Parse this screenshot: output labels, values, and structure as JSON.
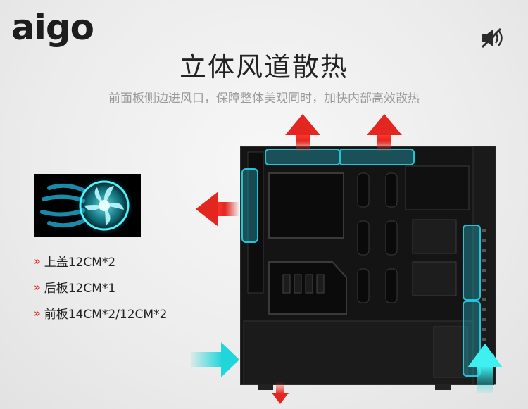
{
  "brand": {
    "logo": "aigo"
  },
  "icons": {
    "top_right": "speaker-muted-icon"
  },
  "headline": {
    "title": "立体风道散热",
    "subtitle": "前面板侧边进风口，保障整体美观同时，加快内部高效散热"
  },
  "fans": [
    {
      "chevron": "»",
      "text": "上盖12CM*2"
    },
    {
      "chevron": "»",
      "text": "后板12CM*1"
    },
    {
      "chevron": "»",
      "text": "前板14CM*2/12CM*2"
    }
  ],
  "colors": {
    "exhaust_arrow": "#e3261f",
    "intake_arrow": "#20d6da",
    "fan_glow": "#19e0e8",
    "highlight": "#24c3d8"
  }
}
